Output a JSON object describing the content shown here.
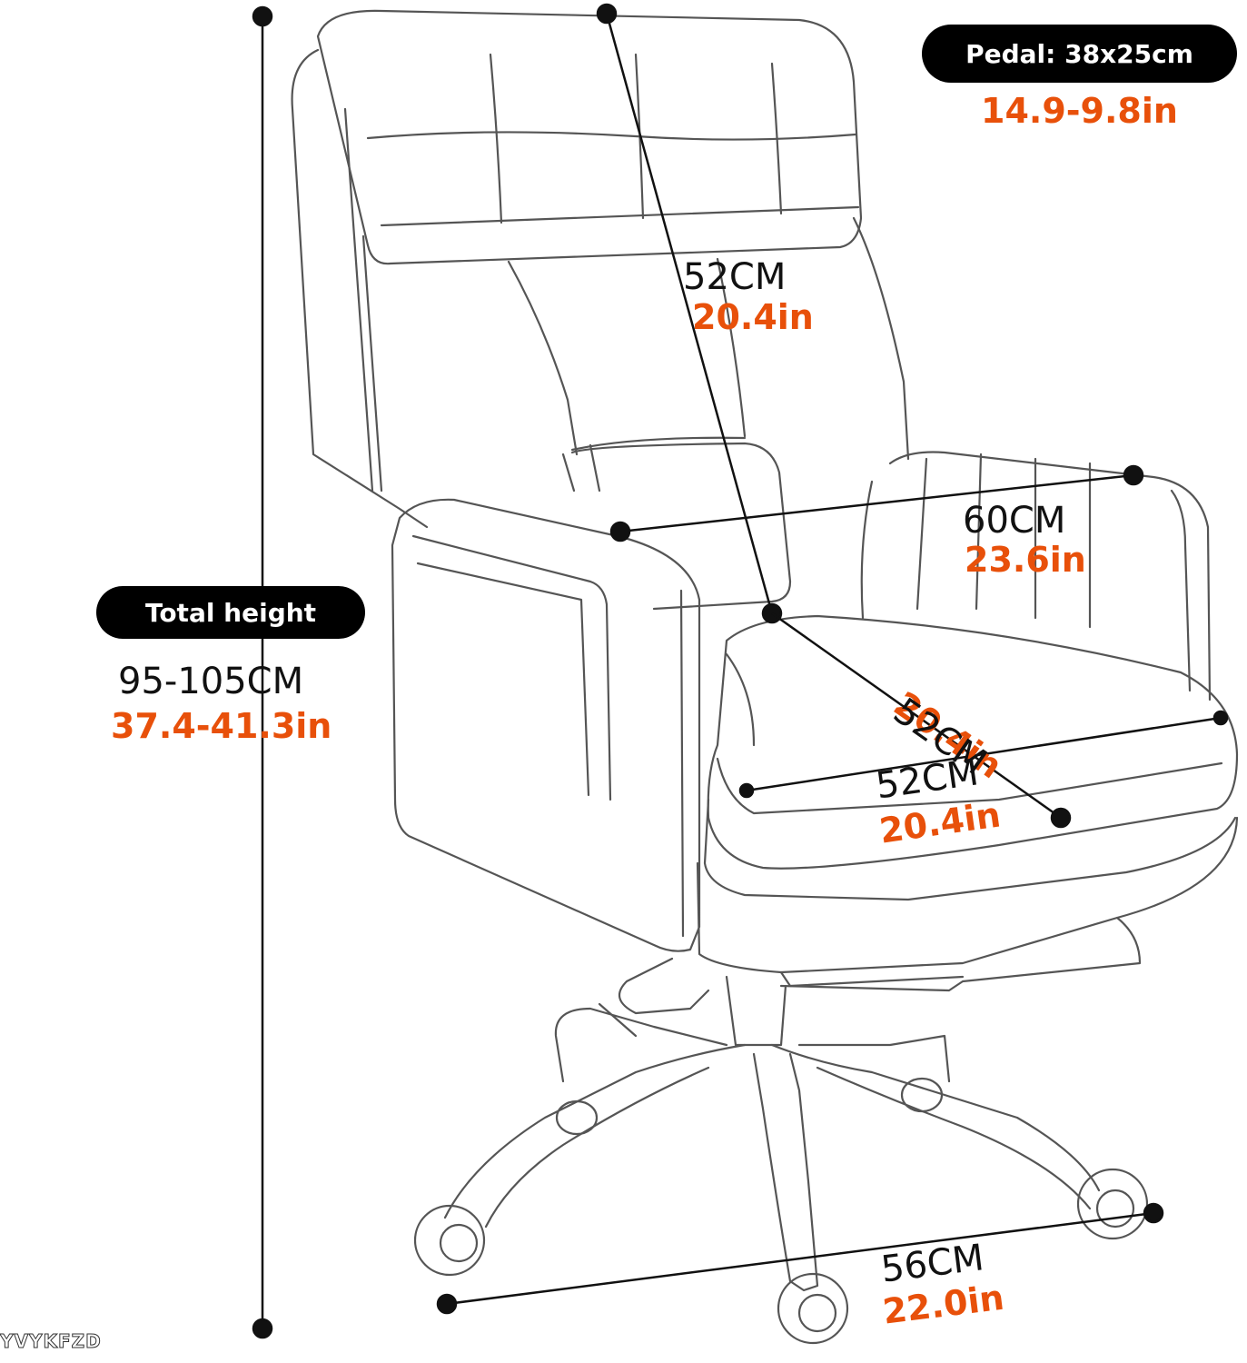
{
  "pedal": {
    "label": "Pedal: 38x25cm",
    "inches": "14.9-9.8in"
  },
  "total_height": {
    "label": "Total height",
    "cm": "95-105CM",
    "inches": "37.4-41.3in"
  },
  "backrest_height": {
    "cm": "52CM",
    "inches": "20.4in"
  },
  "overall_width": {
    "cm": "60CM",
    "inches": "23.6in"
  },
  "seat_depth": {
    "cm": "52CM",
    "inches": "20.4in"
  },
  "seat_width": {
    "cm": "52CM",
    "inches": "20.4in"
  },
  "base_width": {
    "cm": "56CM",
    "inches": "22.0in"
  },
  "watermark": "YVYKFZD",
  "colors": {
    "inch_text": "#e8500a",
    "label_bg": "#000000",
    "line": "#111111",
    "outline": "#555555"
  }
}
